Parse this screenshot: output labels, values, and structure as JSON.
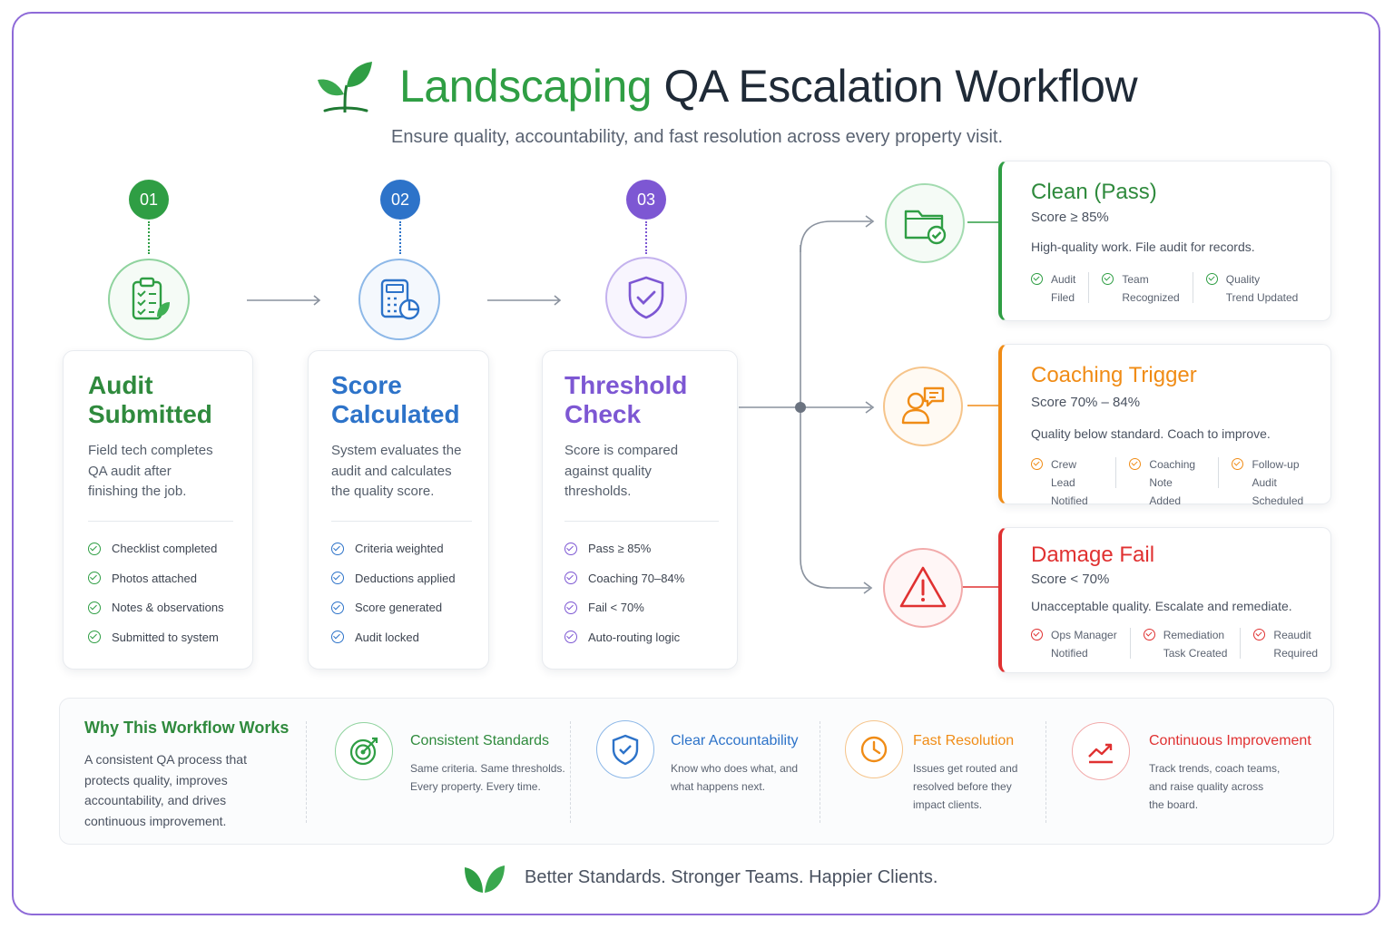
{
  "header": {
    "title_green": "Landscaping",
    "title_rest": " QA Escalation Workflow",
    "subtitle": "Ensure quality, accountability, and fast resolution across every property visit."
  },
  "colors": {
    "green": "#2f9e44",
    "blue": "#2d73c9",
    "purple": "#7d57d3",
    "orange": "#f08c16",
    "red": "#e03131",
    "frame": "#8e6ad8"
  },
  "steps": [
    {
      "number": "01",
      "title_line1": "Audit",
      "title_line2": "Submitted",
      "desc": [
        "Field tech completes",
        "QA audit after",
        "finishing the job."
      ],
      "checks": [
        "Checklist completed",
        "Photos attached",
        "Notes & observations",
        "Submitted to system"
      ],
      "icon": "clipboard-checklist-icon"
    },
    {
      "number": "02",
      "title_line1": "Score",
      "title_line2": "Calculated",
      "desc": [
        "System evaluates the",
        "audit and calculates",
        "the quality score."
      ],
      "checks": [
        "Criteria weighted",
        "Deductions applied",
        "Score generated",
        "Audit locked"
      ],
      "icon": "calculator-chart-icon"
    },
    {
      "number": "03",
      "title_line1": "Threshold",
      "title_line2": "Check",
      "desc": [
        "Score is compared",
        "against quality",
        "thresholds."
      ],
      "checks": [
        "Pass ≥ 85%",
        "Coaching 70–84%",
        "Fail < 70%",
        "Auto-routing logic"
      ],
      "icon": "shield-check-icon"
    }
  ],
  "outcomes": [
    {
      "title": "Clean (Pass)",
      "score": "Score ≥ 85%",
      "desc": "High-quality work. File audit for records.",
      "icon": "folder-check-icon",
      "actions": [
        [
          "Audit",
          "Filed"
        ],
        [
          "Team",
          "Recognized"
        ],
        [
          "Quality",
          "Trend Updated"
        ]
      ]
    },
    {
      "title": "Coaching Trigger",
      "score": "Score 70% – 84%",
      "desc": "Quality below standard. Coach to improve.",
      "icon": "coaching-chat-icon",
      "actions": [
        [
          "Crew Lead",
          "Notified"
        ],
        [
          "Coaching",
          "Note Added"
        ],
        [
          "Follow-up",
          "Audit Scheduled"
        ]
      ]
    },
    {
      "title": "Damage Fail",
      "score": "Score < 70%",
      "desc": "Unacceptable quality. Escalate and remediate.",
      "icon": "warning-triangle-icon",
      "actions": [
        [
          "Ops Manager",
          "Notified"
        ],
        [
          "Remediation",
          "Task Created"
        ],
        [
          "Reaudit",
          "Required"
        ]
      ]
    }
  ],
  "why": {
    "heading": "Why This Workflow Works",
    "text": [
      "A consistent QA process that",
      "protects quality, improves",
      "accountability, and drives",
      "continuous improvement."
    ],
    "benefits": [
      {
        "title": "Consistent Standards",
        "text": [
          "Same criteria. Same thresholds.",
          "Every property. Every time."
        ],
        "icon": "target-icon"
      },
      {
        "title": "Clear Accountability",
        "text": [
          "Know who does what, and",
          "what happens next."
        ],
        "icon": "shield-icon"
      },
      {
        "title": "Fast Resolution",
        "text": [
          "Issues get routed and",
          "resolved before they",
          "impact clients."
        ],
        "icon": "clock-icon"
      },
      {
        "title": "Continuous Improvement",
        "text": [
          "Track trends, coach teams,",
          "and raise quality across",
          "the board."
        ],
        "icon": "trend-up-icon"
      }
    ]
  },
  "footer": {
    "tagline": "Better Standards.  Stronger Teams.  Happier Clients."
  }
}
